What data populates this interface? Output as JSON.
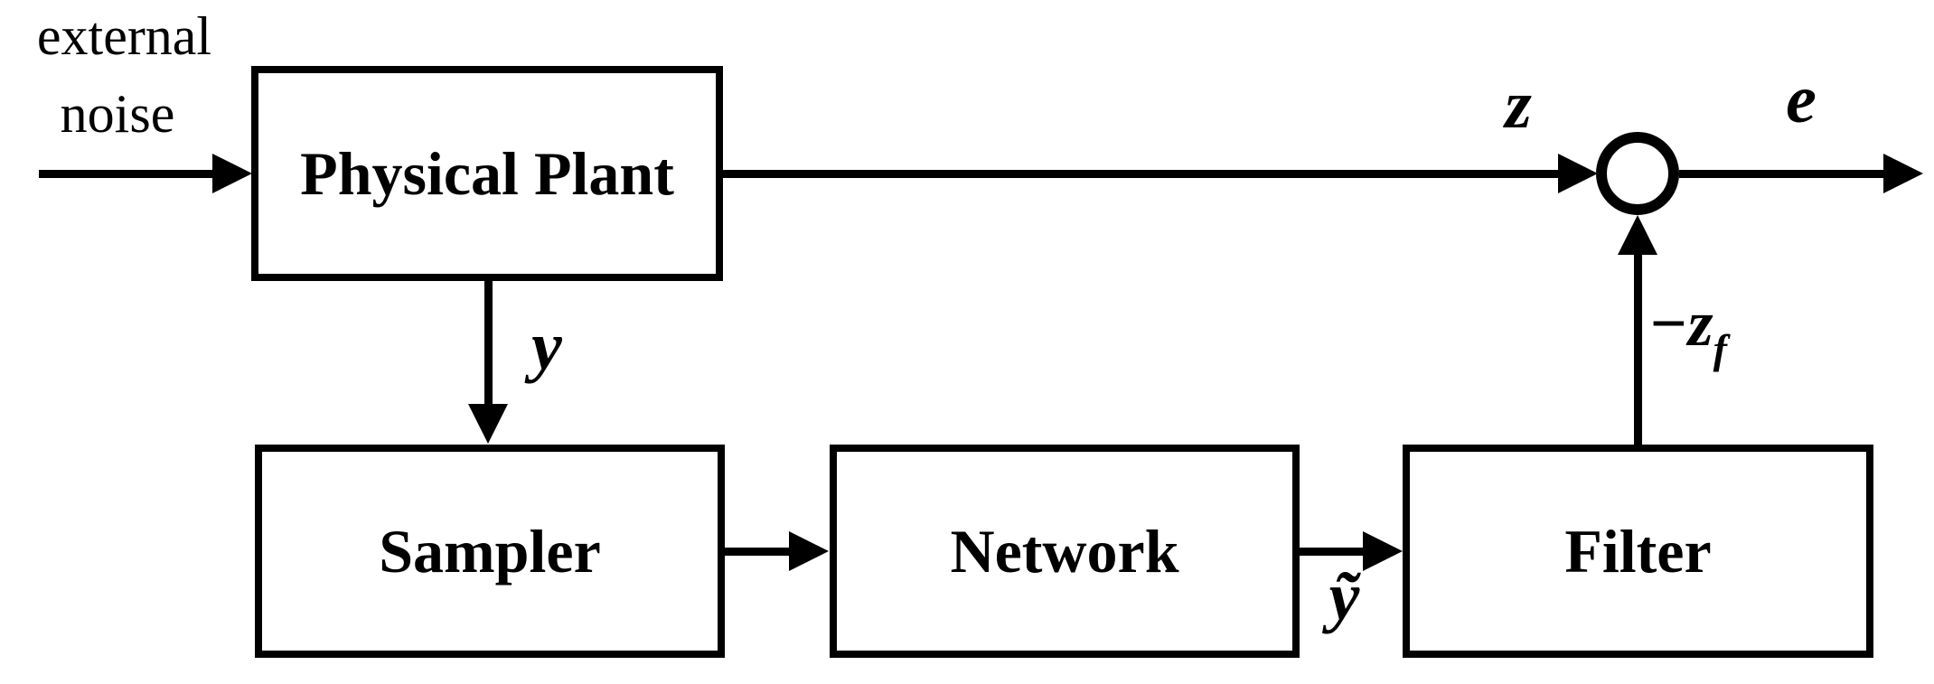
{
  "diagram": {
    "background_color": "#ffffff",
    "line_color": "#000000",
    "blocks": {
      "plant": {
        "label": "Physical Plant"
      },
      "sampler": {
        "label": "Sampler"
      },
      "network": {
        "label": "Network"
      },
      "filter": {
        "label": "Filter"
      }
    },
    "junction": {
      "shape": "summation-circle"
    },
    "signals": {
      "input_line1": "external",
      "input_line2": "noise",
      "plant_to_junction": "z",
      "junction_output": "e",
      "plant_to_sampler": "y",
      "network_to_filter": "ỹ",
      "feedback_base": "−z",
      "feedback_subscript": "f"
    }
  }
}
